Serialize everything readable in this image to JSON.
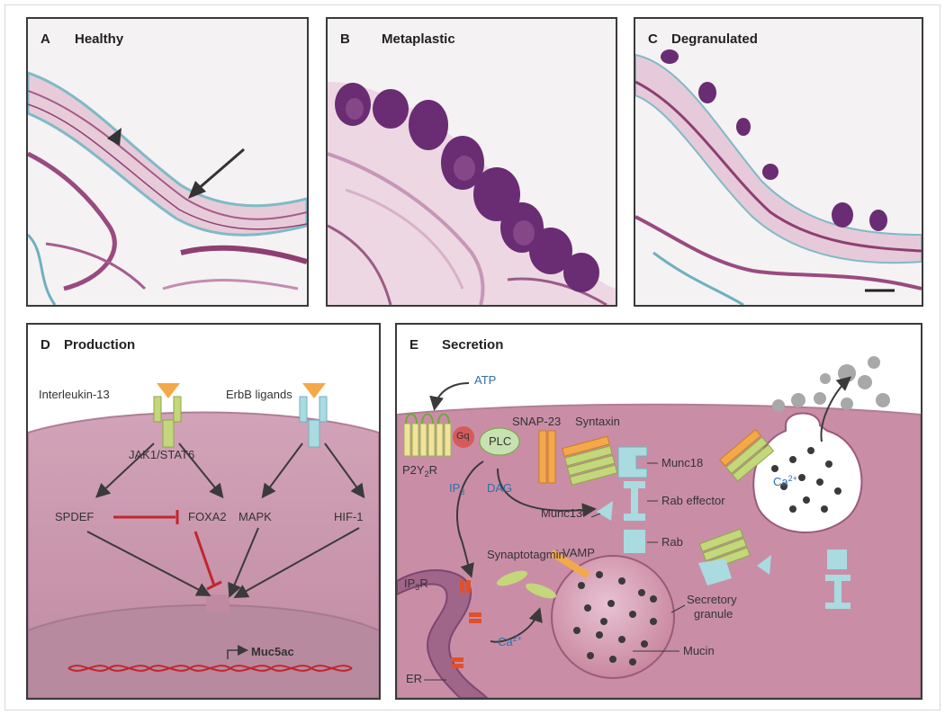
{
  "panels": {
    "a": {
      "letter": "A",
      "title": "Healthy"
    },
    "b": {
      "letter": "B",
      "title": "Metaplastic"
    },
    "c": {
      "letter": "C",
      "title": "Degranulated"
    },
    "d": {
      "letter": "D",
      "title": "Production"
    },
    "e": {
      "letter": "E",
      "title": "Secretion"
    }
  },
  "production": {
    "interleukin13": "Interleukin-13",
    "erbb_ligands": "ErbB ligands",
    "jak_stat": "JAK1/STAT6",
    "spdef": "SPDEF",
    "foxa2": "FOXA2",
    "mapk": "MAPK",
    "hif1": "HIF-1",
    "muc5ac": "Muc5ac"
  },
  "secretion": {
    "atp": "ATP",
    "gq": "Gq",
    "plc": "PLC",
    "p2y2r": {
      "main": "P2Y",
      "sub": "2",
      "tail": "R"
    },
    "ip3": {
      "main": "IP",
      "sub": "3"
    },
    "dag": "DAG",
    "snap23": "SNAP-23",
    "syntaxin": "Syntaxin",
    "munc18": "Munc18",
    "munc13": "Munc13",
    "rab_effector": "Rab effector",
    "rab": "Rab",
    "synaptotagmin": "Synaptotagmin",
    "vamp": "VAMP",
    "ip3r": {
      "main": "IP",
      "sub": "3",
      "tail": "R"
    },
    "er": "ER",
    "ca2_a": {
      "main": "Ca",
      "sup": "2+"
    },
    "ca2_b": {
      "main": "Ca",
      "sup": "2+"
    },
    "secretory_granule_1": "Secretory",
    "secretory_granule_2": "granule",
    "mucin": "Mucin"
  },
  "colors": {
    "border": "#3a3a3a",
    "cell": "#c98ea6",
    "cell_dark": "#8a4a69",
    "receptor_green": "#c4d77a",
    "receptor_blue": "#a9dbe0",
    "inhibit_red": "#c0262d",
    "label_blue": "#2e6fa7",
    "mucin_purple": "#6a2c72",
    "stain_blue": "#74b9c4"
  }
}
